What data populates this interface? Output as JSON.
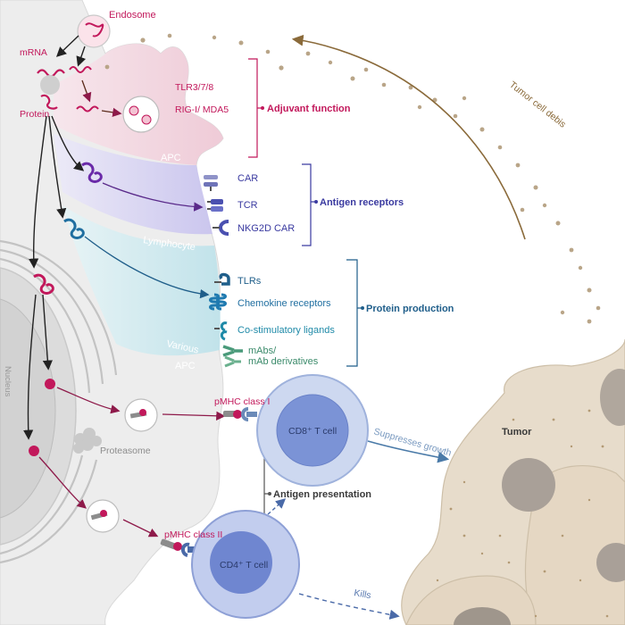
{
  "labels": {
    "endosome": "Endosome",
    "mrna": "mRNA",
    "protein": "Protein",
    "tlr378": "TLR3/7/8",
    "rigi": "RIG-I/ MDA5",
    "adjuvant": "Adjuvant function",
    "apc1": "APC",
    "car": "CAR",
    "tcr": "TCR",
    "nkg2d": "NKG2D CAR",
    "antigen_receptors": "Antigen receptors",
    "lymphocyte": "Lymphocyte",
    "tlrs": "TLRs",
    "chemokine": "Chemokine receptors",
    "costim": "Co-stimulatory ligands",
    "mabs1": "mAbs/",
    "mabs2": "mAb derivatives",
    "protein_production": "Protein production",
    "various": "Various",
    "apc2": "APC",
    "nucleus": "Nucleus",
    "pmhc1": "pMHC class I",
    "cd8": "CD8⁺ T cell",
    "proteasome": "Proteasome",
    "suppresses": "Suppresses growth",
    "tumor": "Tumor",
    "antigen_presentation": "Antigen presentation",
    "pmhc2": "pMHC class II",
    "cd4": "CD4⁺ T cell",
    "kills": "Kills",
    "debris": "Tumor cell debis"
  },
  "colors": {
    "magenta": "#c2185b",
    "purple": "#5a3fa8",
    "teal_blue": "#1f6ea0",
    "brown": "#8a6a3a",
    "gray_text": "#8c8c8c",
    "pink_region": "#f3d3dd",
    "violet_region": "#d9d6f2",
    "cyan_region": "#cfeaf0",
    "cell_gray": "#ededed",
    "tcell": "#b8c7ea",
    "tumor_cell": "#e8dccb"
  }
}
